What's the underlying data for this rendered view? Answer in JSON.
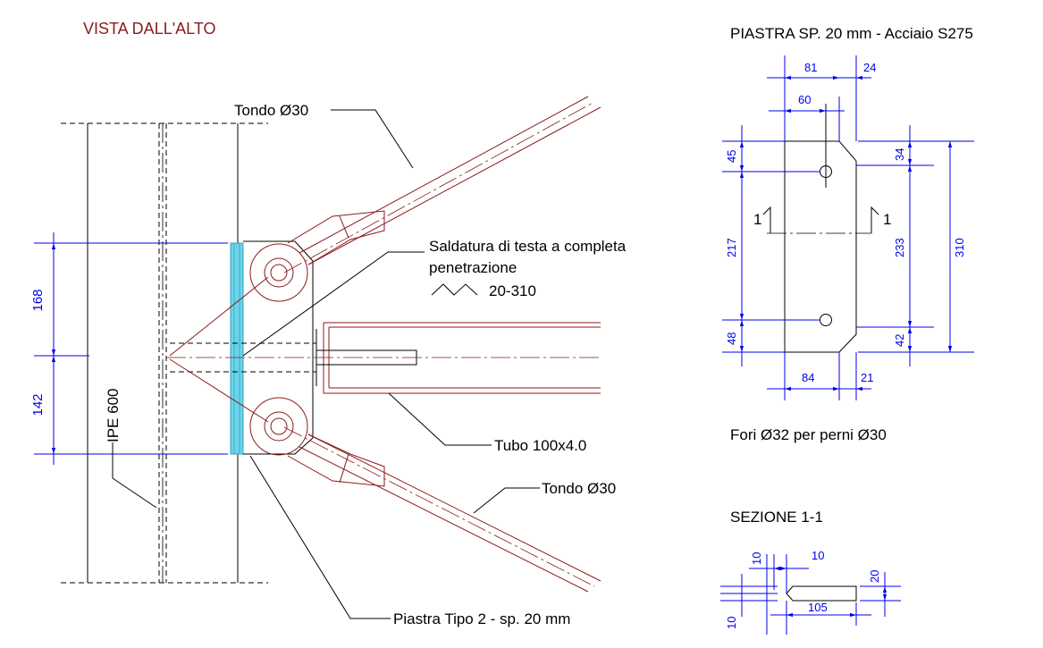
{
  "titles": {
    "top_view": "VISTA DALL'ALTO",
    "plate": "PIASTRA SP. 20 mm - Acciaio S275",
    "section": "SEZIONE 1-1"
  },
  "labels": {
    "tondo_top": "Tondo Ø30",
    "tondo_bottom": "Tondo Ø30",
    "weld_line1": "Saldatura di testa a completa",
    "weld_line2": "penetrazione",
    "weld_spec": "20-310",
    "tubo": "Tubo 100x4.0",
    "ipe": "IPE 600",
    "piastra": "Piastra Tipo 2 - sp. 20 mm",
    "holes": "Fori Ø32 per perni Ø30",
    "section_mark_left": "1",
    "section_mark_right": "1"
  },
  "dimensions": {
    "main": {
      "upper": "168",
      "lower": "142"
    },
    "plate": {
      "top_81": "81",
      "top_24": "24",
      "top_60": "60",
      "left_45": "45",
      "left_217": "217",
      "left_48": "48",
      "right_34": "34",
      "right_233": "233",
      "right_42": "42",
      "right_310": "310",
      "bottom_84": "84",
      "bottom_21": "21"
    },
    "section": {
      "d10a": "10",
      "d10b": "10",
      "d10c": "10",
      "d20": "20",
      "d105": "105"
    }
  },
  "colors": {
    "title_red": "#8b1a1a",
    "dimension_blue": "#0000ee",
    "weld_plate_cyan": "#6fd3e8",
    "line_black": "#000000"
  }
}
